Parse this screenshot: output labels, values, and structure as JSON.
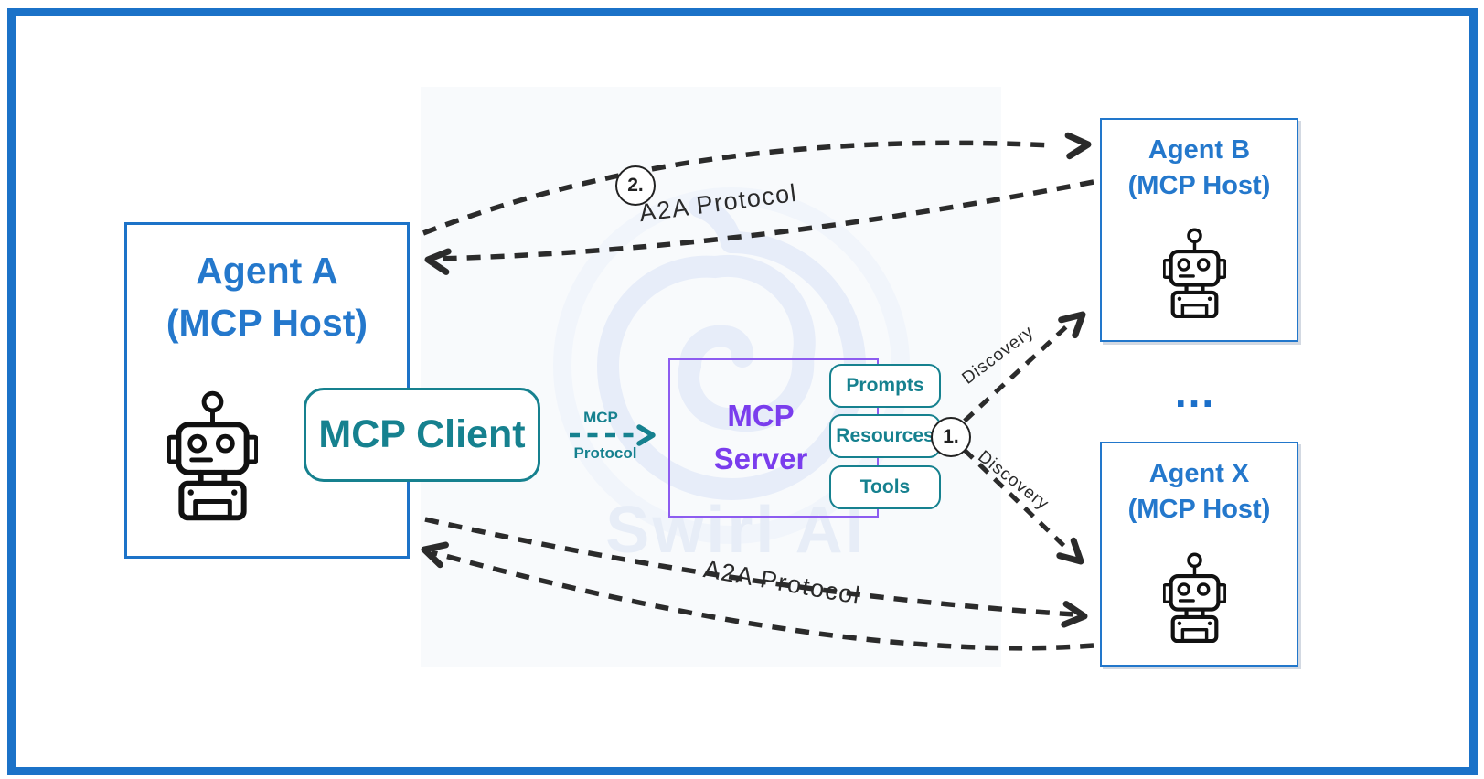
{
  "diagram": {
    "agent_a": {
      "title": "Agent A",
      "subtitle": "(MCP Host)"
    },
    "agent_b": {
      "title": "Agent B",
      "subtitle": "(MCP Host)"
    },
    "agent_x": {
      "title": "Agent X",
      "subtitle": "(MCP Host)"
    },
    "ellipsis": "...",
    "mcp_client": {
      "label": "MCP Client"
    },
    "mcp_server": {
      "line1": "MCP",
      "line2": "Server",
      "capabilities": [
        "Prompts",
        "Resources",
        "Tools"
      ]
    },
    "mcp_protocol": {
      "line1": "MCP",
      "line2": "Protocol"
    },
    "a2a_top_label": "A2A Protocol",
    "a2a_bottom_label": "A2A Protocol",
    "discovery_top_label": "Discovery",
    "discovery_bottom_label": "Discovery",
    "step_1": "1.",
    "step_2": "2.",
    "watermark": "Swirl AI",
    "colors": {
      "frame_blue": "#1b72c8",
      "agent_border_blue": "#2277cb",
      "agent_text_blue": "#2478cc",
      "teal": "#16818f",
      "purple_border": "#8d5cf0",
      "purple_text": "#7a3ded",
      "arrow_dark": "#2b2b2b",
      "ellipsis_blue": "#1b6fc9",
      "watermark_blue": "#e7edf9"
    }
  }
}
